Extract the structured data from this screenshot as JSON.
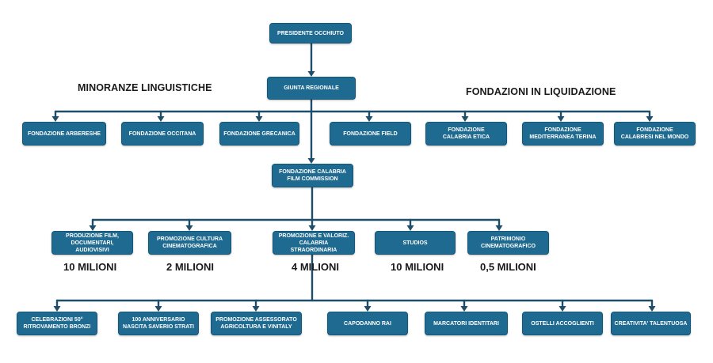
{
  "colors": {
    "box_fill": "#1f6a91",
    "connector": "#1f4e6b",
    "text_dark": "#1a1a1a"
  },
  "headings": {
    "left": "MINORANZE LINGUISTICHE",
    "right": "FONDAZIONI IN LIQUIDAZIONE"
  },
  "top": {
    "president": "PRESIDENTE OCCHIUTO",
    "giunta": "GIUNTA REGIONALE"
  },
  "foundations": [
    "FONDAZIONE ARBERESHE",
    "FONDAZIONE OCCITANA",
    "FONDAZIONE GRECANICA",
    "FONDAZIONE FIELD",
    "FONDAZIONE\nCALABRIA ETICA",
    "FONDAZIONE\nMEDITERRANEA TERINA",
    "FONDAZIONE\nCALABRESI NEL MONDO"
  ],
  "film_commission": "FONDAZIONE CALABRIA\nFILM COMMISSION",
  "programs": [
    "PRODUZIONE FILM,\nDOCUMENTARI, AUDIOVISIVI",
    "PROMOZIONE CULTURA\nCINEMATOGRAFICA",
    "PROMOZIONE E VALORIZ.\nCALABRIA STRAORDINARIA",
    "STUDIOS",
    "PATRIMONIO\nCINEMATOGRAFICO"
  ],
  "amounts": [
    "10 MILIONI",
    "2 MILIONI",
    "4 MILIONI",
    "10 MILIONI",
    "0,5 MILIONI"
  ],
  "events": [
    "CELEBRAZIONI 50°\nRITROVAMENTO BRONZI",
    "100 ANNIVERSARIO\nNASCITA SAVERIO STRATI",
    "PROMOZIONE ASSESSORATO\nAGRICOLTURA E VINITALY",
    "CAPODANNO RAI",
    "MARCATORI IDENTITARI",
    "OSTELLI ACCOGLIENTI",
    "CREATIVITA' TALENTUOSA"
  ]
}
